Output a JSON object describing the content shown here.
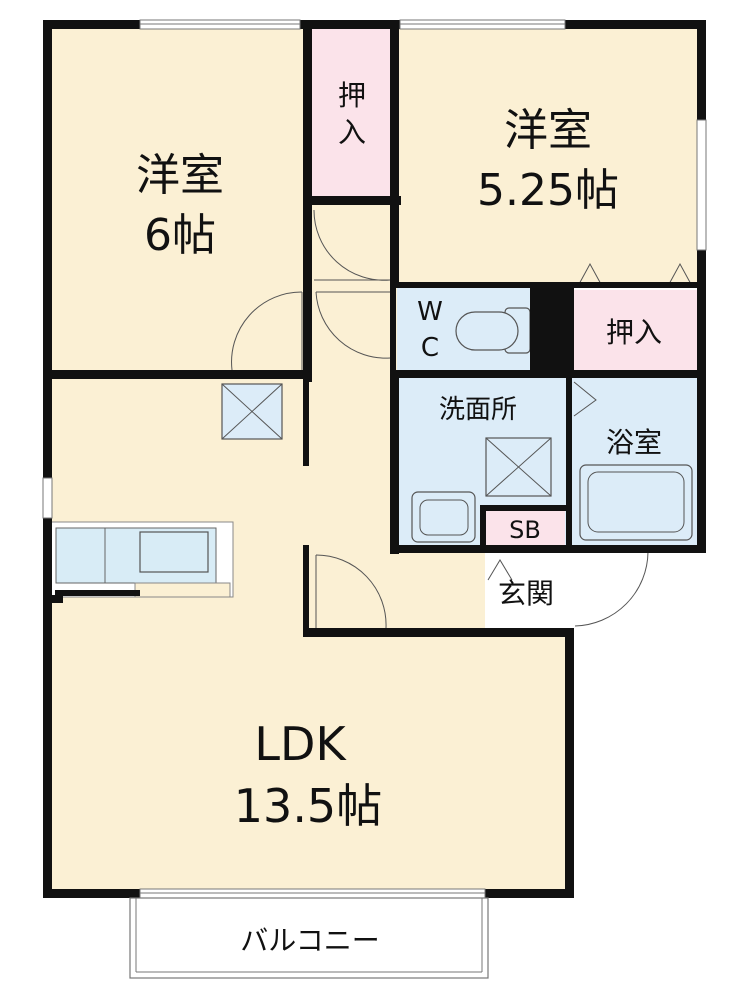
{
  "rooms": {
    "western_6": {
      "name": "洋室",
      "size": "6帖"
    },
    "western_525": {
      "name": "洋室",
      "size": "5.25帖"
    },
    "closet_top": {
      "label_1": "押",
      "label_2": "入"
    },
    "closet_right": {
      "label": "押入"
    },
    "wc": {
      "label_1": "W",
      "label_2": "C"
    },
    "washroom": {
      "label": "洗面所"
    },
    "bathroom": {
      "label": "浴室"
    },
    "shoe_box": {
      "label": "SB"
    },
    "entrance": {
      "label": "玄関"
    },
    "ldk": {
      "name": "LDK",
      "size": "13.5帖"
    },
    "balcony": {
      "label": "バルコニー"
    }
  },
  "colors": {
    "room_fill": "#fbf0d4",
    "wet_area_fill": "#dcecf8",
    "closet_fill": "#fbe3ea",
    "kitchen_fill": "#d8ecf6",
    "wall": "#111111"
  }
}
